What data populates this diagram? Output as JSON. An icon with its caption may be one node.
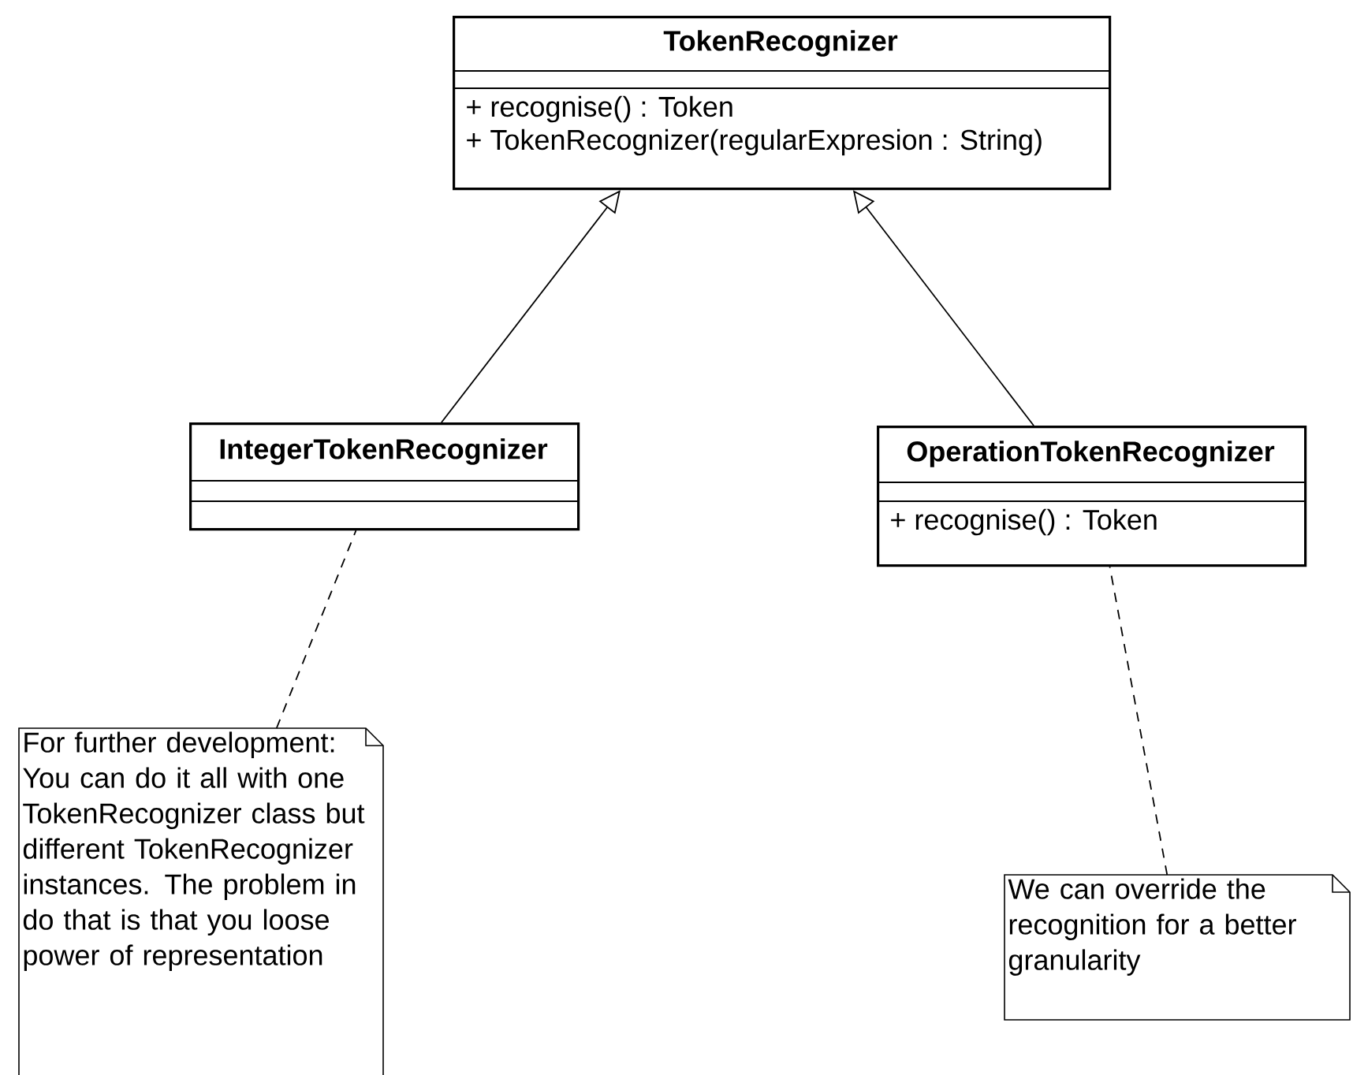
{
  "diagram": {
    "nodes": [
      {
        "text": [
          "TokenRecognizer",
          "+ recognise() : Token",
          "+ TokenRecognizer(regularExpresion : String)"
        ]
      },
      {
        "text": [
          "IntegerTokenRecognizer"
        ]
      },
      {
        "text": [
          "OperationTokenRecognizer",
          "+ recognise() : Token"
        ]
      },
      {
        "text": [
          "For further development: You can do it all with one TokenRecognizer class but different TokenRecognizer instances. The problem in do that is that you loose power of representation"
        ]
      },
      {
        "text": [
          "We can override the recognition for a better granularity"
        ]
      }
    ],
    "edges": [
      {
        "from": 1,
        "to": 0,
        "arrow": "to"
      },
      {
        "from": 2,
        "to": 0,
        "arrow": "to"
      },
      {
        "from": 3,
        "to": 1,
        "arrow": "none",
        "style": "dashed"
      },
      {
        "from": 4,
        "to": 2,
        "arrow": "none",
        "style": "dashed"
      }
    ]
  }
}
